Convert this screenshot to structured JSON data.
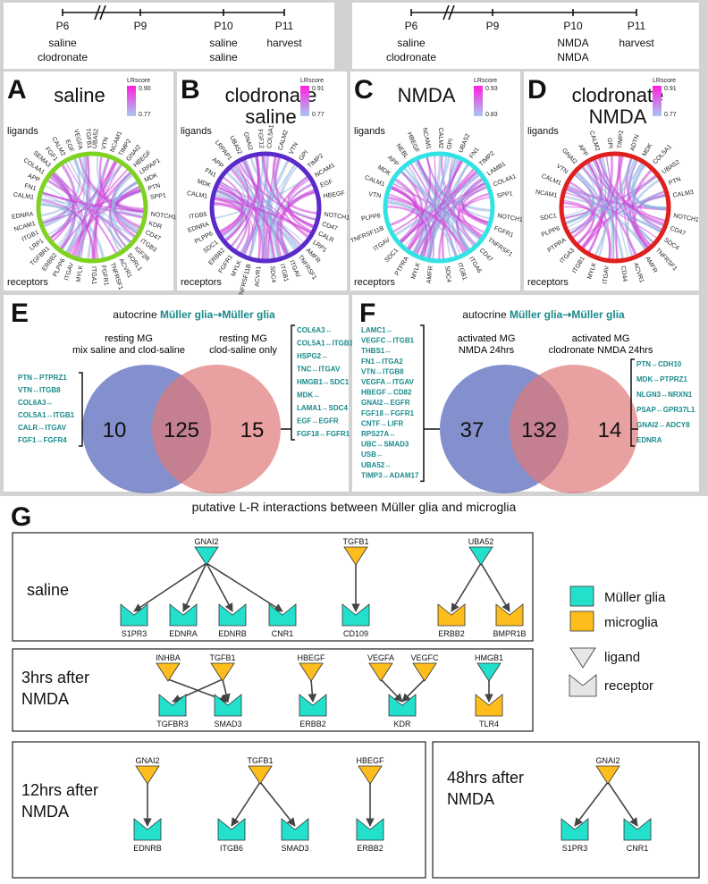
{
  "colors": {
    "muller": "#22e0cc",
    "microglia": "#fdbd1c",
    "saline": "#7ed321",
    "clodronate_saline": "#5b2bc9",
    "nmda": "#33e3e3",
    "clodronate_nmda": "#e01f1f",
    "venn_left": "#6e7cc4",
    "venn_right": "#e07878",
    "teal_text": "#1a8a8a"
  },
  "timelines": [
    {
      "ticks": [
        "P6",
        "P9",
        "P10",
        "P11"
      ],
      "p6_lines": [
        "saline",
        "clodronate"
      ],
      "p10_lines": [
        "saline",
        "saline"
      ],
      "p11_lines": [
        "harvest"
      ]
    },
    {
      "ticks": [
        "P6",
        "P9",
        "P10",
        "P11"
      ],
      "p6_lines": [
        "saline",
        "clodronate"
      ],
      "p10_lines": [
        "NMDA",
        "NMDA"
      ],
      "p11_lines": [
        "harvest"
      ]
    }
  ],
  "chord_panels": [
    {
      "letter": "A",
      "title_lines": [
        "saline"
      ],
      "lr_max": "0.90",
      "lr_min": "0.77",
      "ligands": [
        "CALM1",
        "FN1",
        "APP",
        "COL4A1",
        "SEMA3",
        "FGF1",
        "CALM2",
        "EGF",
        "VEGFA",
        "TGFB1",
        "UBA52",
        "VTN",
        "NCAM1",
        "TIMP2",
        "GNAI2",
        "HBEGF",
        "LRPAP1",
        "MDK",
        "PTN",
        "SPP1"
      ],
      "receptors": [
        "NOTCH1",
        "KDR",
        "CD47",
        "ITGB3",
        "IGF2R",
        "SORL1",
        "ACVR1",
        "TNFRSF1",
        "FGFR1",
        "ITGA1",
        "MYLK",
        "ITGAV",
        "PLPP6",
        "ERBB2",
        "TGFBR1",
        "LRP1",
        "ITGB1",
        "NCAM1",
        "EDNRA"
      ]
    },
    {
      "letter": "B",
      "title_lines": [
        "clodronate",
        "saline"
      ],
      "lr_max": "0.91",
      "lr_min": "0.77",
      "ligands": [
        "CALM1",
        "MDK",
        "FN1",
        "APP",
        "LRPAP1",
        "UBA52",
        "GNAI2",
        "FGF12",
        "COL5A1",
        "CALM2",
        "VTN",
        "GPI",
        "TIMP2",
        "NCAM1",
        "EGF",
        "HBEGF"
      ],
      "receptors": [
        "NOTCH1",
        "CD47",
        "CALR",
        "LRP1",
        "AMFR",
        "TNFRSF1",
        "ITGAV",
        "ITGB1",
        "SDC4",
        "ACVR1",
        "TNFRSF11B",
        "MYLK",
        "FGFR1",
        "ERBB2",
        "SDC1",
        "PLPP6",
        "EDNRA",
        "ITGB5"
      ]
    },
    {
      "letter": "C",
      "title_lines": [
        "NMDA"
      ],
      "lr_max": "0.93",
      "lr_min": "0.83",
      "ligands": [
        "VTN",
        "CALM1",
        "MDK",
        "APP",
        "NEBL",
        "HBEGF",
        "NCAM1",
        "CALM2",
        "GPI",
        "UBA52",
        "FN1",
        "TIMP2",
        "LAMB1",
        "COL4A1",
        "SPP1"
      ],
      "receptors": [
        "NOTCH1",
        "FGFR1",
        "TNFRSF1",
        "CD47",
        "ITGA6",
        "ITGB1",
        "SDC4",
        "AMFR",
        "MYLK",
        "PTPRA",
        "SDC1",
        "ITGAV",
        "TNFRSF11B",
        "PLPP6"
      ]
    },
    {
      "letter": "D",
      "title_lines": [
        "clodronate",
        "NMDA"
      ],
      "lr_max": "0.91",
      "lr_min": "0.77",
      "ligands": [
        "NCAM1",
        "CALM1",
        "VTN",
        "GNAI2",
        "APP",
        "CALM2",
        "GPI",
        "TIMP2",
        "ADTN",
        "MDK",
        "COL5A1",
        "UBA52",
        "PTN",
        "CALM3"
      ],
      "receptors": [
        "NOTCH1",
        "CD47",
        "SDC4",
        "TNFRSF1",
        "AMFR",
        "ACVR1",
        "CD44",
        "ITGAV",
        "MYLK",
        "ITGB1",
        "ITGA3",
        "PTPRA",
        "PLPP6",
        "SDC1"
      ]
    }
  ],
  "chord_labels": {
    "ligands": "ligands",
    "receptors": "receptors",
    "lrscore": "LRscore"
  },
  "venn_panels": [
    {
      "letter": "E",
      "title_prefix": "autocrine ",
      "title_mg": "Müller glia",
      "title_arrow": "⇢",
      "title_mg2": "Müller glia",
      "left_label": [
        "resting MG",
        "mix saline and clod-saline"
      ],
      "right_label": [
        "resting MG",
        "clod-saline only"
      ],
      "left": "10",
      "center": "125",
      "right": "15",
      "left_genes": [
        "PTN↔PTPRZ1",
        "VTN↔ITGB8",
        "COL6A3↔",
        "COL5A1↔ITGB1",
        "CALR↔ITGAV",
        "FGF1↔FGFR4"
      ],
      "right_genes": [
        "COL6A3↔",
        "COL5A1↔ITGB1",
        "HSPG2↔",
        "TNC↔ITGAV",
        "HMGB1↔SDC1",
        "MDK↔",
        "LAMA1↔SDC4",
        "EGF↔EGFR",
        "FGF18↔FGFR1"
      ]
    },
    {
      "letter": "F",
      "title_prefix": "autocrine ",
      "title_mg": "Müller glia",
      "title_arrow": "⇢",
      "title_mg2": "Müller glia",
      "left_label": [
        "activated MG",
        "NMDA 24hrs"
      ],
      "right_label": [
        "activated MG",
        "clodronate NMDA 24hrs"
      ],
      "left": "37",
      "center": "132",
      "right": "14",
      "left_genes": [
        "LAMC1↔",
        "VEGFC↔ITGB1",
        "THBS1↔",
        "FN1↔ITGA2",
        "VTN↔ITGB8",
        "VEGFA↔ITGAV",
        "HBEGF↔CD82",
        "GNAI2↔EGFR",
        "FGF18↔FGFR1",
        "CNTF↔LIFR",
        "RPS27A↔",
        "UBC↔SMAD3",
        "USB↔",
        "UBA52↔",
        "TIMP3↔ADAM17"
      ],
      "right_genes": [
        "PTN↔CDH10",
        "MDK↔PTPRZ1",
        "NLGN3↔NRXN1",
        "PSAP↔GPR37L1",
        "GNAI2↔ADCY8",
        "EDNRA"
      ]
    }
  ],
  "network": {
    "letter": "G",
    "title": "putative L-R interactions between Müller glia and microglia",
    "legend": {
      "muller": "Müller glia",
      "microglia": "microglia",
      "ligand": "ligand",
      "receptor": "receptor"
    },
    "panels": [
      {
        "label_lines": [
          "saline"
        ],
        "ligands": [
          {
            "name": "GNAI2",
            "cell": "muller"
          },
          {
            "name": "TGFB1",
            "cell": "microglia"
          },
          {
            "name": "UBA52",
            "cell": "muller"
          }
        ],
        "receptors": [
          {
            "name": "S1PR3",
            "cell": "muller"
          },
          {
            "name": "EDNRA",
            "cell": "muller"
          },
          {
            "name": "EDNRB",
            "cell": "muller"
          },
          {
            "name": "CNR1",
            "cell": "muller"
          },
          {
            "name": "CD109",
            "cell": "muller"
          },
          {
            "name": "ERBB2",
            "cell": "microglia"
          },
          {
            "name": "BMPR1B",
            "cell": "microglia"
          }
        ]
      },
      {
        "label_lines": [
          "3hrs after",
          "NMDA"
        ],
        "ligands": [
          {
            "name": "INHBA",
            "cell": "microglia"
          },
          {
            "name": "TGFB1",
            "cell": "microglia"
          },
          {
            "name": "HBEGF",
            "cell": "microglia"
          },
          {
            "name": "VEGFA",
            "cell": "microglia"
          },
          {
            "name": "VEGFC",
            "cell": "microglia"
          },
          {
            "name": "HMGB1",
            "cell": "muller"
          }
        ],
        "receptors": [
          {
            "name": "TGFBR3",
            "cell": "muller"
          },
          {
            "name": "SMAD3",
            "cell": "muller"
          },
          {
            "name": "ERBB2",
            "cell": "muller"
          },
          {
            "name": "KDR",
            "cell": "muller"
          },
          {
            "name": "TLR4",
            "cell": "microglia"
          }
        ]
      },
      {
        "label_lines": [
          "12hrs after",
          "NMDA"
        ],
        "ligands": [
          {
            "name": "GNAI2",
            "cell": "microglia"
          },
          {
            "name": "TGFB1",
            "cell": "microglia"
          },
          {
            "name": "HBEGF",
            "cell": "microglia"
          }
        ],
        "receptors": [
          {
            "name": "EDNRB",
            "cell": "muller"
          },
          {
            "name": "ITGB6",
            "cell": "muller"
          },
          {
            "name": "SMAD3",
            "cell": "muller"
          },
          {
            "name": "ERBB2",
            "cell": "muller"
          }
        ]
      },
      {
        "label_lines": [
          "48hrs after",
          "NMDA"
        ],
        "ligands": [
          {
            "name": "GNAI2",
            "cell": "microglia"
          }
        ],
        "receptors": [
          {
            "name": "S1PR3",
            "cell": "muller"
          },
          {
            "name": "CNR1",
            "cell": "muller"
          }
        ]
      }
    ]
  }
}
